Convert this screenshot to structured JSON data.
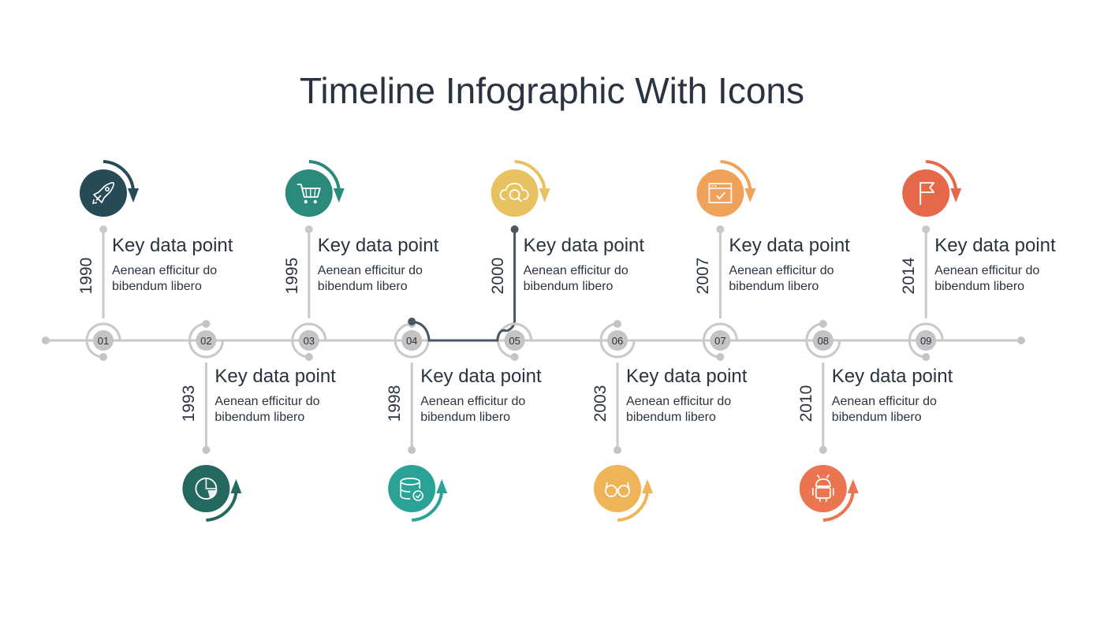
{
  "title": "Timeline Infographic With Icons",
  "milestones": [
    {
      "number": "01",
      "year": "1990",
      "heading": "Key data point",
      "text_line1": "Aenean efficitur do",
      "text_line2": "bibendum libero",
      "icon": "rocket-icon",
      "color": "#264b57",
      "position": "top"
    },
    {
      "number": "02",
      "year": "1993",
      "heading": "Key data point",
      "text_line1": "Aenean efficitur do",
      "text_line2": "bibendum libero",
      "icon": "pie-chart-icon",
      "color": "#24685f",
      "position": "bottom"
    },
    {
      "number": "03",
      "year": "1995",
      "heading": "Key data point",
      "text_line1": "Aenean efficitur do",
      "text_line2": "bibendum libero",
      "icon": "shopping-cart-icon",
      "color": "#2a8a7b",
      "position": "top"
    },
    {
      "number": "04",
      "year": "1998",
      "heading": "Key data point",
      "text_line1": "Aenean efficitur do",
      "text_line2": "bibendum libero",
      "icon": "database-check-icon",
      "color": "#2aa295",
      "position": "bottom"
    },
    {
      "number": "05",
      "year": "2000",
      "heading": "Key data point",
      "text_line1": "Aenean efficitur do",
      "text_line2": "bibendum libero",
      "icon": "cloud-search-icon",
      "color": "#e8c260",
      "position": "top"
    },
    {
      "number": "06",
      "year": "2003",
      "heading": "Key data point",
      "text_line1": "Aenean efficitur do",
      "text_line2": "bibendum libero",
      "icon": "glasses-icon",
      "color": "#efb457",
      "position": "bottom"
    },
    {
      "number": "07",
      "year": "2007",
      "heading": "Key data point",
      "text_line1": "Aenean efficitur do",
      "text_line2": "bibendum libero",
      "icon": "browser-check-icon",
      "color": "#f1a25a",
      "position": "top"
    },
    {
      "number": "08",
      "year": "2010",
      "heading": "Key data point",
      "text_line1": "Aenean efficitur do",
      "text_line2": "bibendum libero",
      "icon": "android-icon",
      "color": "#ea7550",
      "position": "bottom"
    },
    {
      "number": "09",
      "year": "2014",
      "heading": "Key data point",
      "text_line1": "Aenean efficitur do",
      "text_line2": "bibendum libero",
      "icon": "flag-icon",
      "color": "#e5684a",
      "position": "top"
    }
  ],
  "colors": {
    "line": "#c9c9c9",
    "node": "#c4c4c4",
    "highlight": "#4a5661",
    "text": "#2a3340"
  }
}
